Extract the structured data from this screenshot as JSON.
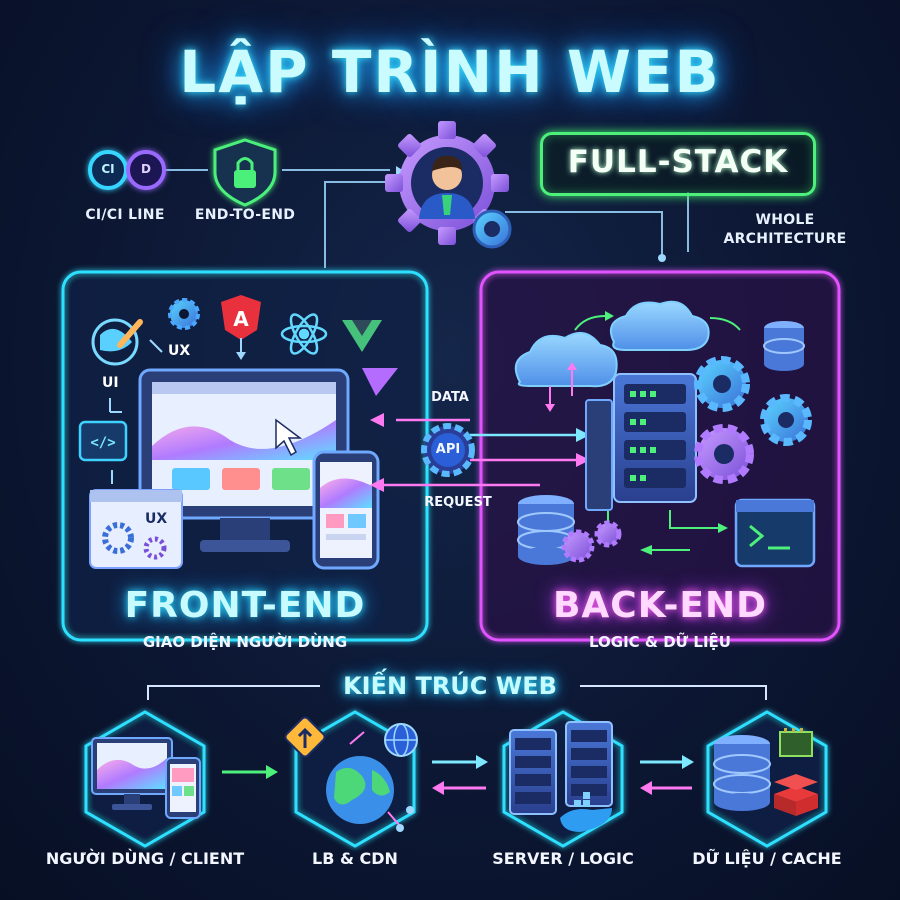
{
  "title": "LẬP TRÌNH WEB",
  "top": {
    "ci_label": "CI/CI LINE",
    "ci_left": "CI",
    "ci_right": "D",
    "e2e_label": "END-TO-END",
    "fullstack": "FULL-STACK",
    "whole_arch_line1": "WHOLE",
    "whole_arch_line2": "ARCHITECTURE"
  },
  "frontend": {
    "title": "FRONT-END",
    "subtitle": "GIAO DIỆN NGƯỜI DÙNG",
    "ux_top": "UX",
    "ui": "UI",
    "ux_card": "UX"
  },
  "backend": {
    "title": "BACK-END",
    "subtitle": "LOGIC & DỮ LIỆU"
  },
  "flow": {
    "data": "DATA",
    "api": "API",
    "request": "REQUEST"
  },
  "architecture": {
    "title": "KIẾN TRÚC WEB",
    "nodes": [
      {
        "label": "NGƯỜI DÙNG / CLIENT"
      },
      {
        "label": "LB & CDN"
      },
      {
        "label": "SERVER / LOGIC"
      },
      {
        "label": "DỮ LIỆU / CACHE"
      }
    ]
  },
  "colors": {
    "cyan": "#2fe0ff",
    "magenta": "#e052ff",
    "green": "#4cf07a",
    "background": "#0c1733"
  }
}
